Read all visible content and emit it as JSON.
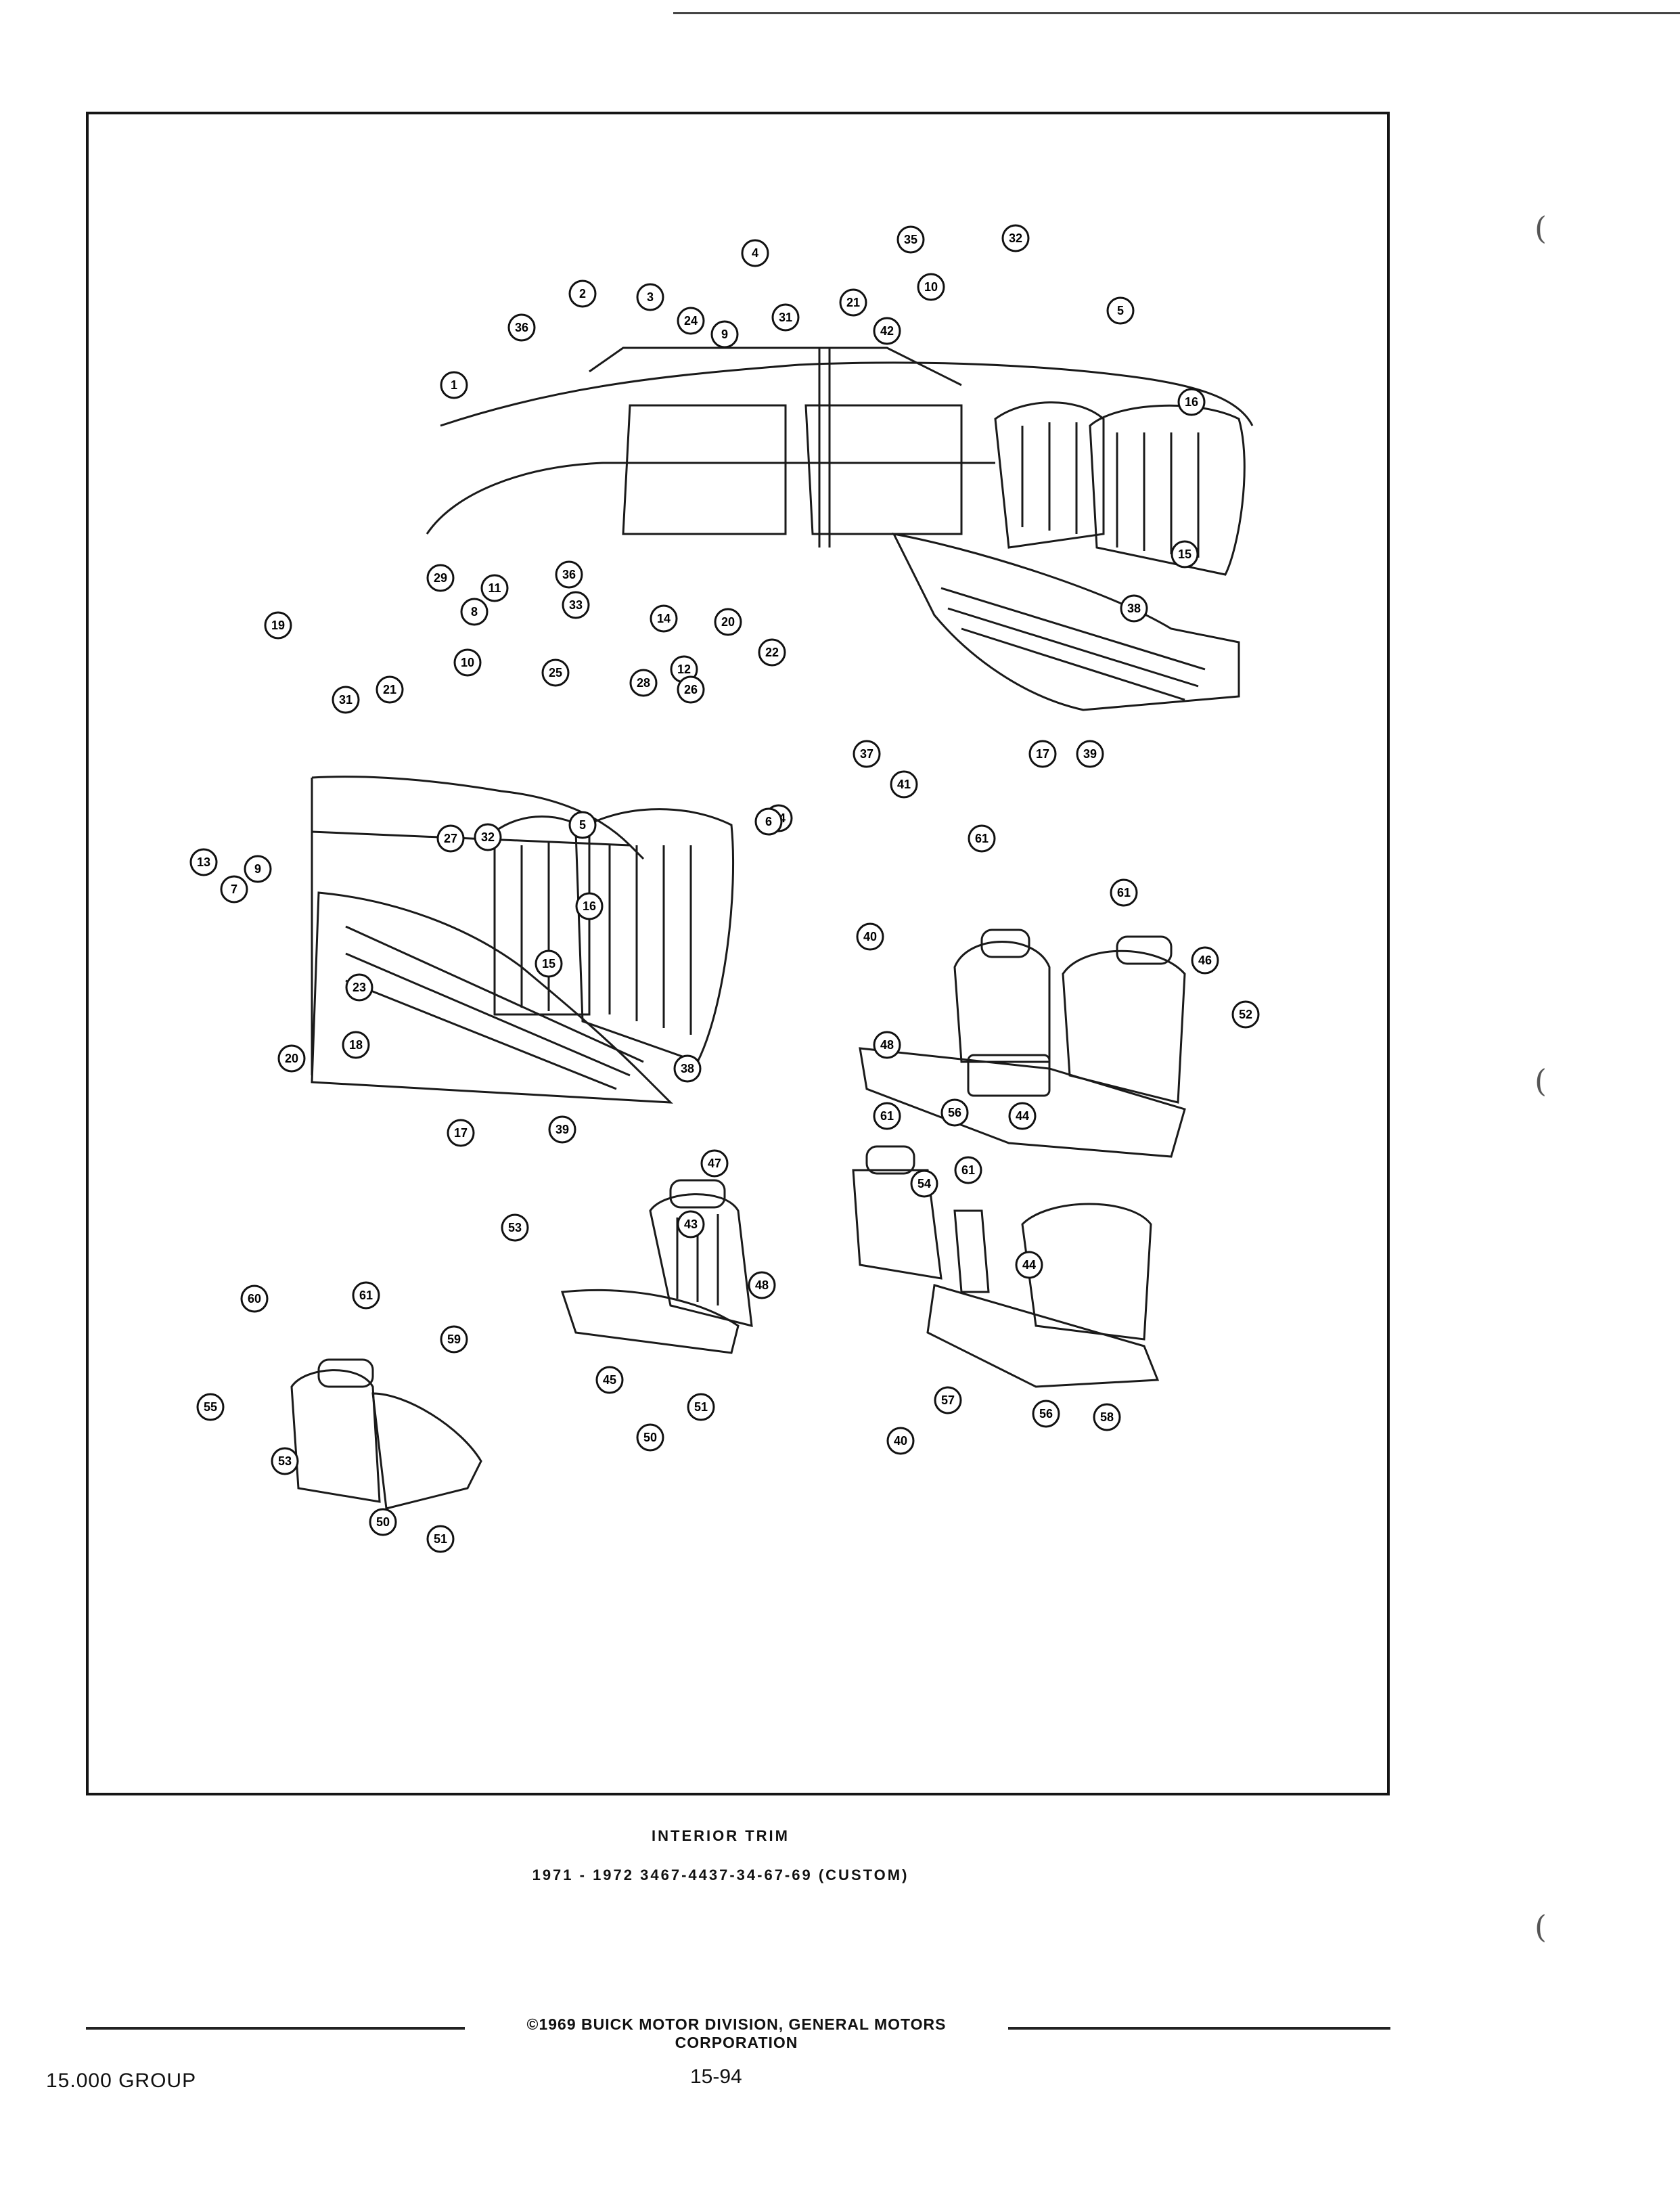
{
  "caption": {
    "title": "INTERIOR TRIM",
    "subtitle": "1971 - 1972 3467-4437-34-67-69 (CUSTOM)"
  },
  "footer": {
    "copyright": "©1969 BUICK MOTOR DIVISION, GENERAL MOTORS CORPORATION",
    "group": "15.000 GROUP",
    "page_number": "15-94"
  },
  "diagram": {
    "callouts": [
      "1",
      "2",
      "3",
      "36",
      "24",
      "9",
      "4",
      "31",
      "21",
      "42",
      "35",
      "10",
      "32",
      "5",
      "16",
      "15",
      "38",
      "17",
      "39",
      "37",
      "41",
      "34",
      "22",
      "20",
      "14",
      "12",
      "26",
      "28",
      "33",
      "36",
      "11",
      "8",
      "29",
      "19",
      "31",
      "21",
      "10",
      "25",
      "9",
      "27",
      "32",
      "5",
      "16",
      "6",
      "13",
      "7",
      "15",
      "23",
      "18",
      "20",
      "38",
      "17",
      "39",
      "61",
      "61",
      "40",
      "46",
      "52",
      "48",
      "56",
      "44",
      "61",
      "54",
      "61",
      "47",
      "43",
      "53",
      "48",
      "44",
      "45",
      "50",
      "51",
      "40",
      "57",
      "56",
      "58",
      "60",
      "61",
      "59",
      "55",
      "53",
      "50",
      "51"
    ]
  }
}
